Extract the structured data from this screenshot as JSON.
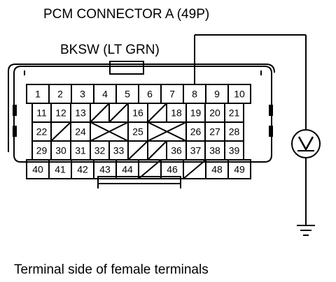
{
  "header": {
    "title": "PCM CONNECTOR A (49P)"
  },
  "wire": {
    "label": "BKSW (LT GRN)"
  },
  "connector": {
    "rows": [
      [
        "1",
        "2",
        "3",
        "4",
        "5",
        "6",
        "7",
        "8",
        "9",
        "10"
      ],
      [
        "11",
        "12",
        "13",
        "",
        "",
        "16",
        "",
        "18",
        "19",
        "20",
        "21"
      ],
      [
        "22",
        "",
        "24",
        "",
        "",
        "25",
        "",
        "",
        "26",
        "27",
        "28"
      ],
      [
        "29",
        "30",
        "31",
        "32",
        "33",
        "",
        "",
        "36",
        "37",
        "38",
        "39"
      ],
      [
        "40",
        "41",
        "42",
        "43",
        "44",
        "",
        "46",
        "",
        "48",
        "49"
      ]
    ]
  },
  "meter": {
    "symbol": "V"
  },
  "caption": "Terminal side of female terminals"
}
